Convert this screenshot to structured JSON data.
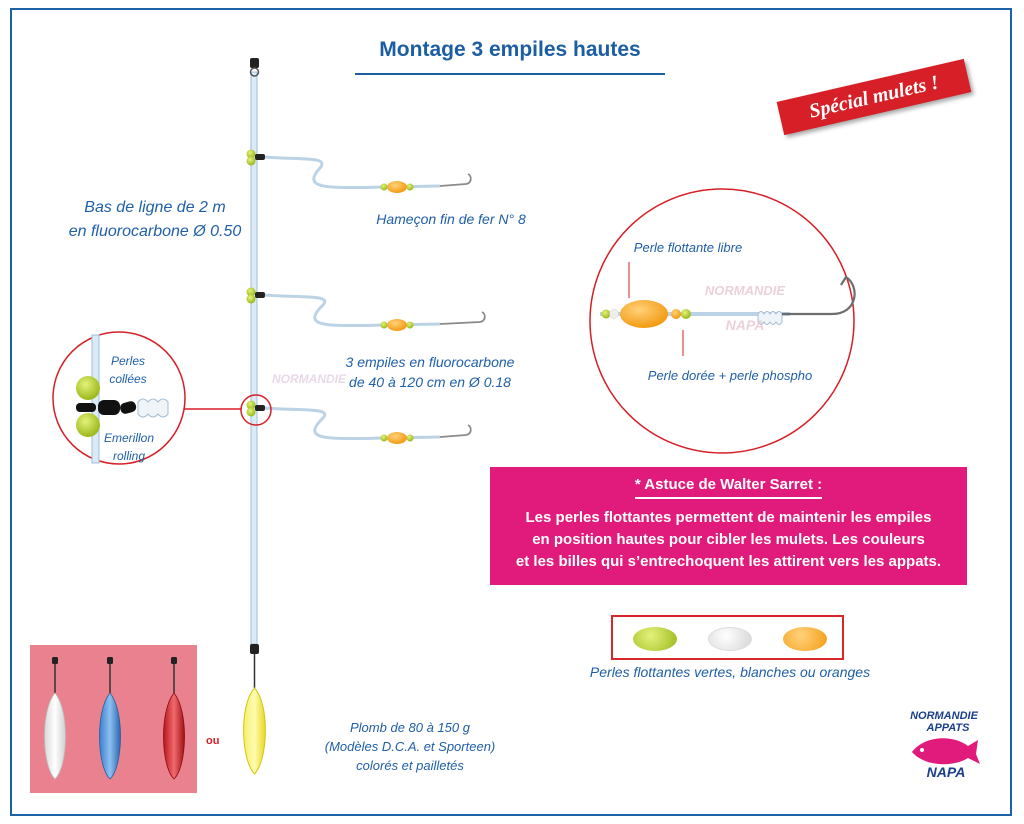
{
  "title": "Montage 3 empiles hautes",
  "special_badge": "Spécial mulets !",
  "labels": {
    "line_l1": "Bas de ligne de 2 m",
    "line_l2": "en fluorocarbone Ø 0.50",
    "hook": "Hameçon fin de fer N° 8",
    "empiles_l1": "3 empiles en fluorocarbone",
    "empiles_l2": "de 40 à 120 cm en Ø 0.18",
    "perles_l1": "Perles",
    "perles_l2": "collées",
    "emerillon_l1": "Emerillon",
    "emerillon_l2": "rolling",
    "float_bead": "Perle flottante libre",
    "gold_bead": "Perle dorée + perle phospho",
    "beads_caption": "Perles flottantes vertes, blanches ou oranges",
    "lead_l1": "Plomb de 80 à 150 g",
    "lead_l2": "(Modèles D.C.A. et Sporteen)",
    "lead_l3": "colorés et pailletés",
    "ou": "ou"
  },
  "tip": {
    "title": "* Astuce de Walter Sarret :",
    "line1": "Les perles flottantes permettent de maintenir les empiles",
    "line2": "en position hautes pour cibler les mulets. Les couleurs",
    "line3": "et les billes qui s’entrechoquent les attirent vers les appats."
  },
  "logo": {
    "line1": "NORMANDIE",
    "line2": "APPATS",
    "line3": "NAPA"
  },
  "colors": {
    "blue": "#1b5ea2",
    "red": "#d61f26",
    "pink": "#e01b7b",
    "bead_green": "#a3c520",
    "bead_white": "#f2f2f2",
    "bead_orange": "#f5a623"
  }
}
